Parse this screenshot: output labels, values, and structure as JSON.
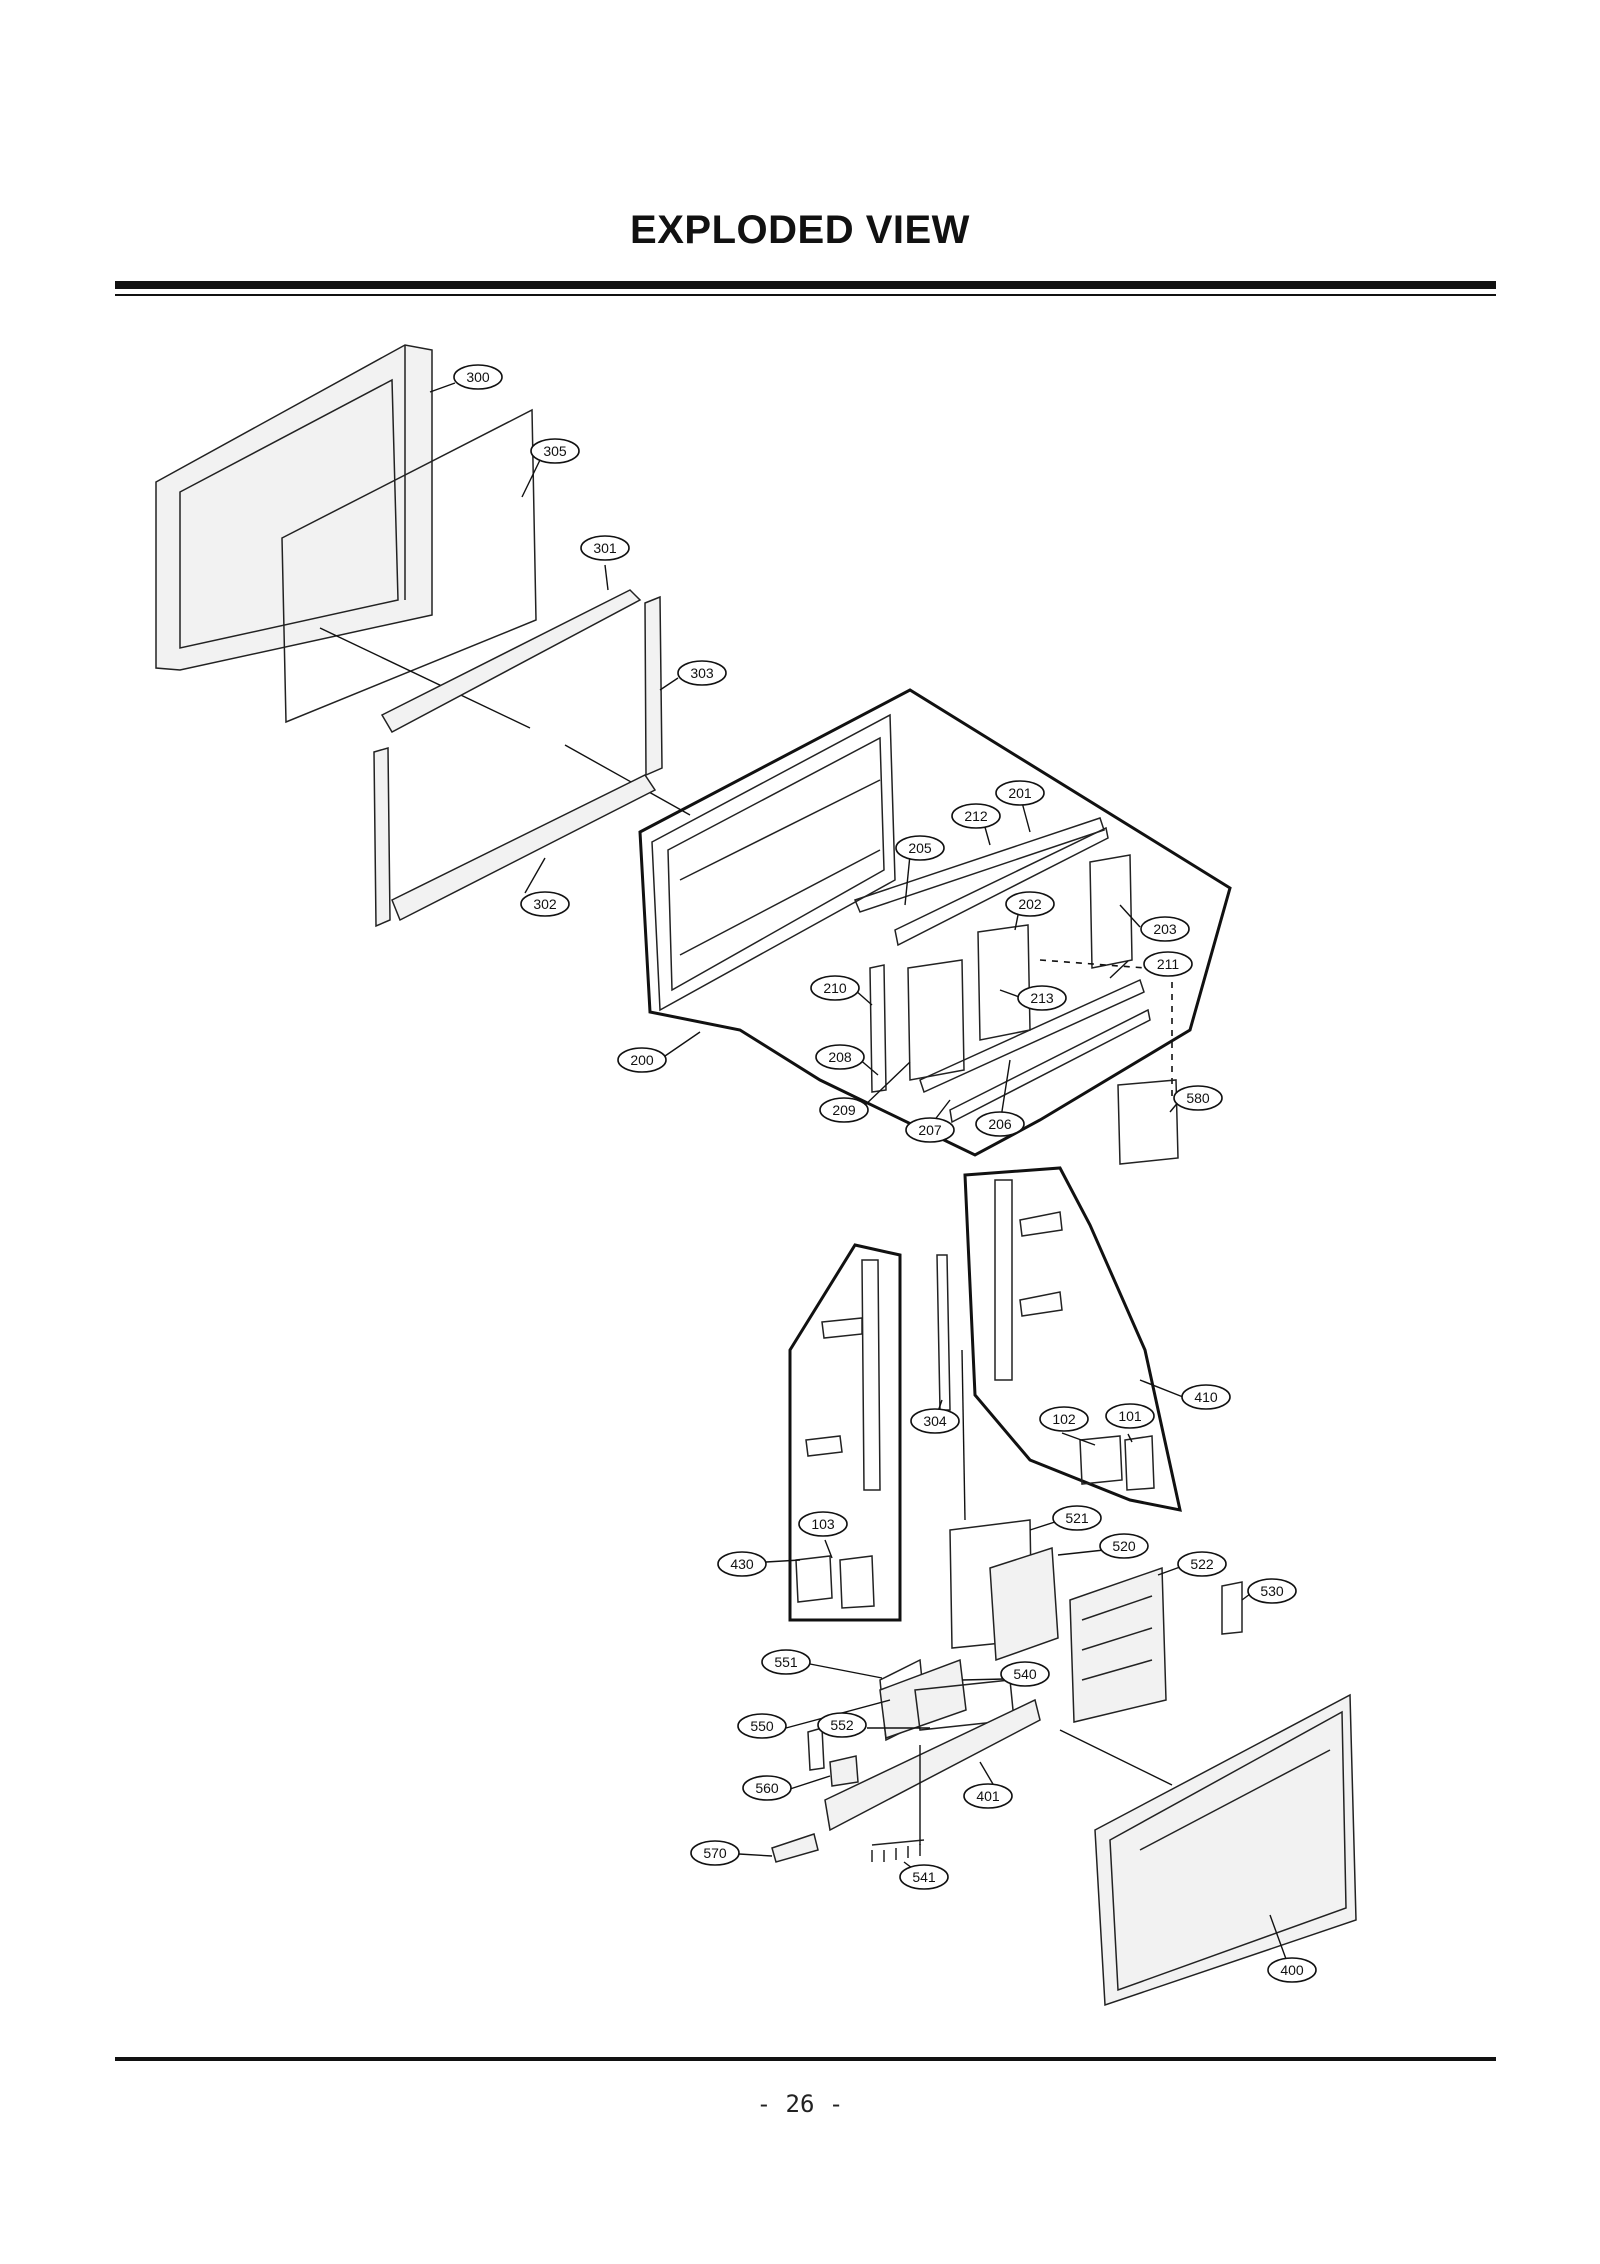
{
  "title": "EXPLODED VIEW",
  "page_number": "- 26 -",
  "callouts": [
    "300",
    "305",
    "301",
    "303",
    "302",
    "200",
    "201",
    "212",
    "205",
    "202",
    "203",
    "211",
    "210",
    "213",
    "208",
    "209",
    "207",
    "206",
    "580",
    "410",
    "304",
    "102",
    "101",
    "430",
    "103",
    "521",
    "520",
    "522",
    "530",
    "551",
    "540",
    "550",
    "552",
    "401",
    "560",
    "570",
    "541",
    "400"
  ]
}
